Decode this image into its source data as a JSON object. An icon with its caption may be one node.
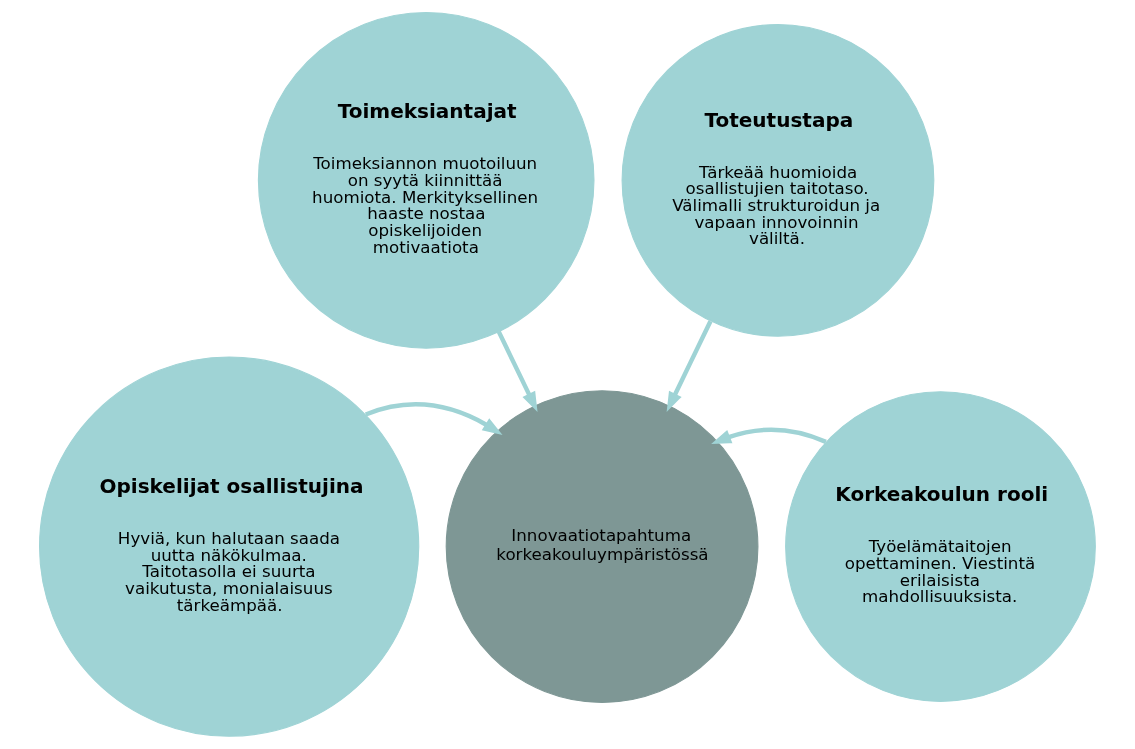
{
  "diagram": {
    "nodes": [
      {
        "text": [
          "Toimeksiantajat",
          "Toimeksiannon muotoiluun on syytä kiinnittää huomiota. Merkityksellinen haaste nostaa opiskelijoiden motivaatiota"
        ]
      },
      {
        "text": [
          "Toteutustapa",
          "Tärkeää huomioida osallistujien taitotaso. Välimalli strukturoidun ja vapaan innovoinnin väliltä."
        ]
      },
      {
        "text": [
          "Opiskelijat osallistujina",
          "Hyviä, kun halutaan saada uutta näkökulmaa. Taitotasolla ei suurta vaikutusta, monialaisuus tärkeämpää."
        ]
      },
      {
        "text": [
          "Innovaatiotapahtuma korkeakouluympäristössä"
        ]
      },
      {
        "text": [
          "Korkeakoulun rooli",
          "Työelämätaitojen opettaminen. Viestintä erilaisista mahdollisuuksista."
        ]
      }
    ],
    "edges": [
      {
        "from": 0,
        "to": 3,
        "arrow": "to"
      },
      {
        "from": 1,
        "to": 3,
        "arrow": "to"
      },
      {
        "from": 2,
        "to": 3,
        "arrow": "to"
      },
      {
        "from": 4,
        "to": 3,
        "arrow": "to"
      }
    ]
  }
}
